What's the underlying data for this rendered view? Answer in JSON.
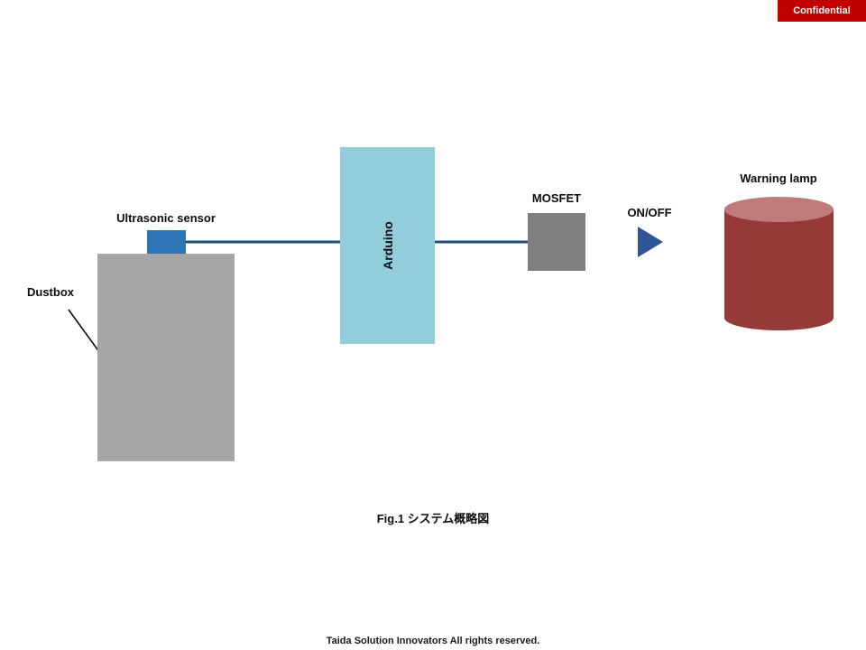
{
  "badge": {
    "label": "Confidential"
  },
  "diagram": {
    "dustbox": {
      "label": "Dustbox"
    },
    "ultrasonic_sensor": {
      "label": "Ultrasonic sensor"
    },
    "arduino": {
      "label": "Arduino"
    },
    "mosfet": {
      "label": "MOSFET"
    },
    "on_off": {
      "label": "ON/OFF"
    },
    "warning_lamp": {
      "label": "Warning lamp"
    }
  },
  "caption": "Fig.1 システム概略図",
  "footer": "Taida Solution Innovators  All rights reserved.",
  "colors": {
    "badge_bg": "#C00000",
    "dustbox": "#A6A6A6",
    "sensor": "#2E75B6",
    "arduino_box": "#92CDDC",
    "mosfet": "#808080",
    "connector_line": "#1F4E79",
    "arrow": "#2F5597",
    "lamp_body": "#963A38",
    "lamp_top": "#BE7B7B",
    "sound_wave": "#C00000"
  }
}
